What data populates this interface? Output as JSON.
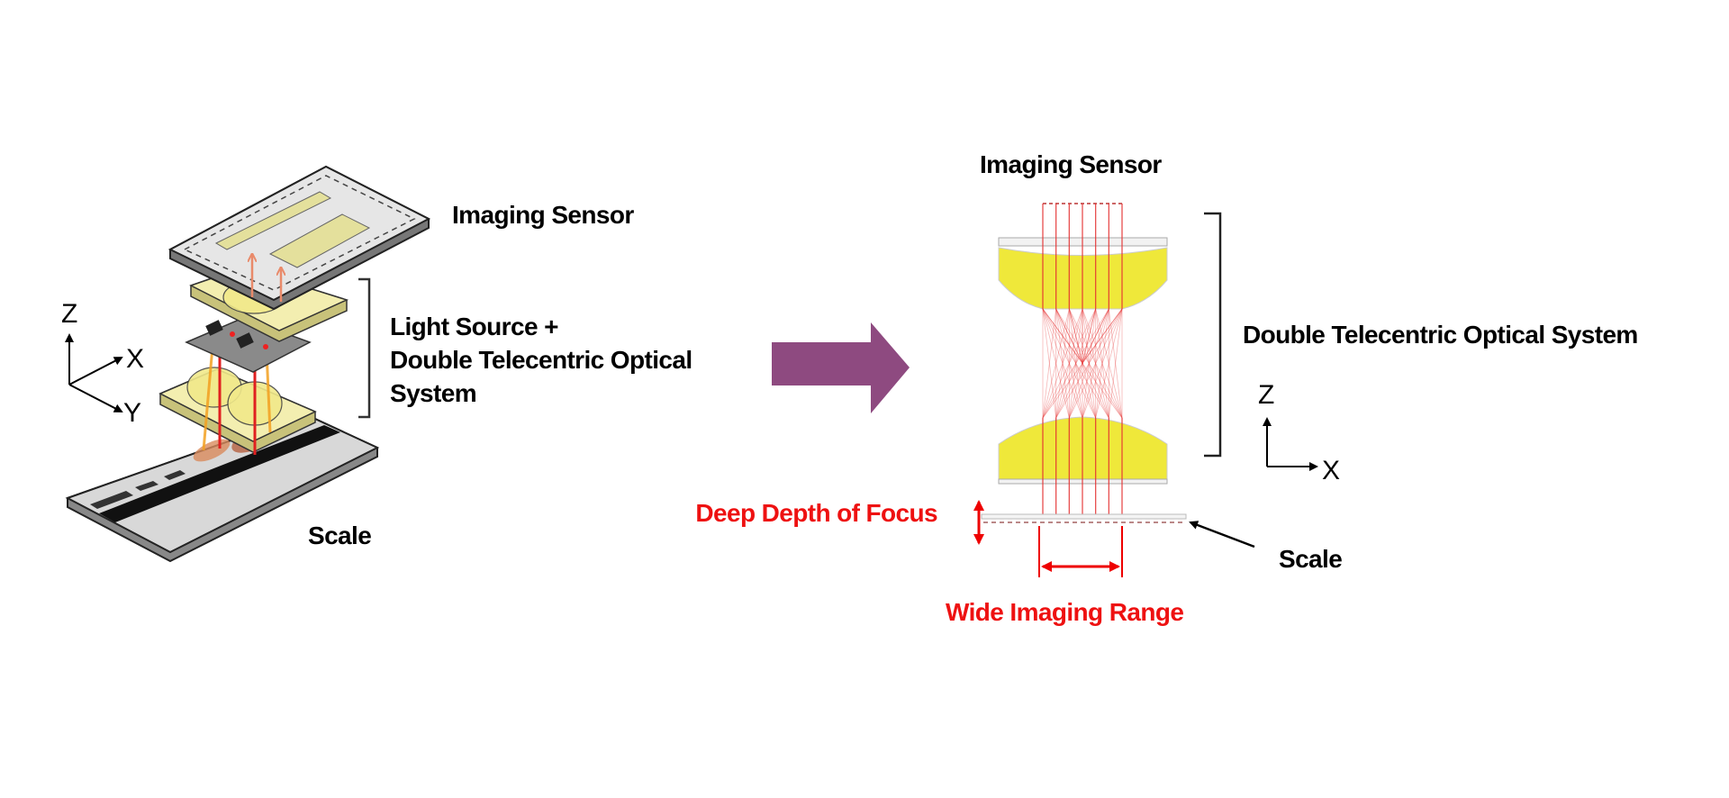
{
  "left": {
    "sensor_label": "Imaging Sensor",
    "optics_label_line1": "Light Source +",
    "optics_label_line2": "Double Telecentric Optical",
    "optics_label_line3": "System",
    "scale_label": "Scale",
    "axes": {
      "z": "Z",
      "x": "X",
      "y": "Y"
    }
  },
  "right": {
    "sensor_label": "Imaging Sensor",
    "optics_label": "Double Telecentric Optical System",
    "depth_label": "Deep Depth of Focus",
    "range_label": "Wide Imaging Range",
    "scale_label": "Scale",
    "axes": {
      "z": "Z",
      "x": "X"
    }
  },
  "colors": {
    "arrow": "#8e4a80",
    "lens": "#efe83a",
    "ray": "#e53030",
    "highlight": "#ee1111"
  }
}
